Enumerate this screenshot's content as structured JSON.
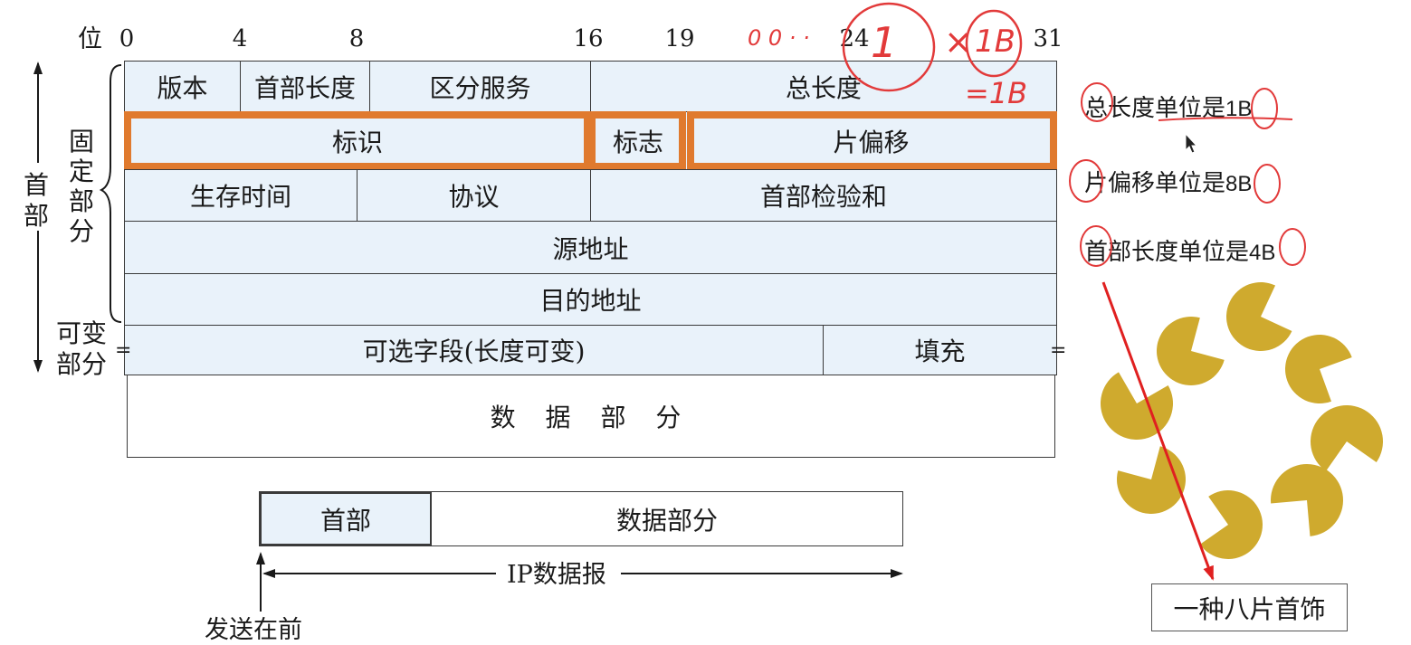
{
  "bits": {
    "label": "位",
    "ticks": [
      "0",
      "4",
      "8",
      "16",
      "19",
      "24",
      "31"
    ]
  },
  "side": {
    "header": "首部",
    "fixed": "固定部分",
    "variable": "可变部分"
  },
  "rows": {
    "r1": [
      "版本",
      "首部长度",
      "区分服务",
      "总长度"
    ],
    "r2": [
      "标识",
      "标志",
      "片偏移"
    ],
    "r3": [
      "生存时间",
      "协议",
      "首部检验和"
    ],
    "r4": "源地址",
    "r5": "目的地址",
    "r6": [
      "可选字段(长度可变)",
      "填充"
    ],
    "data": "数 据 部 分"
  },
  "datagram": {
    "header": "首部",
    "data": "数据部分",
    "ip_label": "IP数据报",
    "send_first": "发送在前"
  },
  "handwriting": {
    "prefix": "0 0 · ·",
    "one": "1",
    "times": "×",
    "one_byte": "1B",
    "equals_one_byte": "=1B"
  },
  "notes": {
    "total_length": {
      "text": "总长度单位是",
      "unit": "1B"
    },
    "fragment_offset": {
      "text": "片偏移单位是",
      "unit": "8B"
    },
    "header_length": {
      "text": "首部长度单位是",
      "unit": "4B"
    }
  },
  "caption": "一种八片首饰",
  "colors": {
    "cell_fill": "#e9f2fa",
    "highlight": "#e07a2e",
    "ink": "#e23a3a",
    "ornament": "#cfaa2e"
  }
}
